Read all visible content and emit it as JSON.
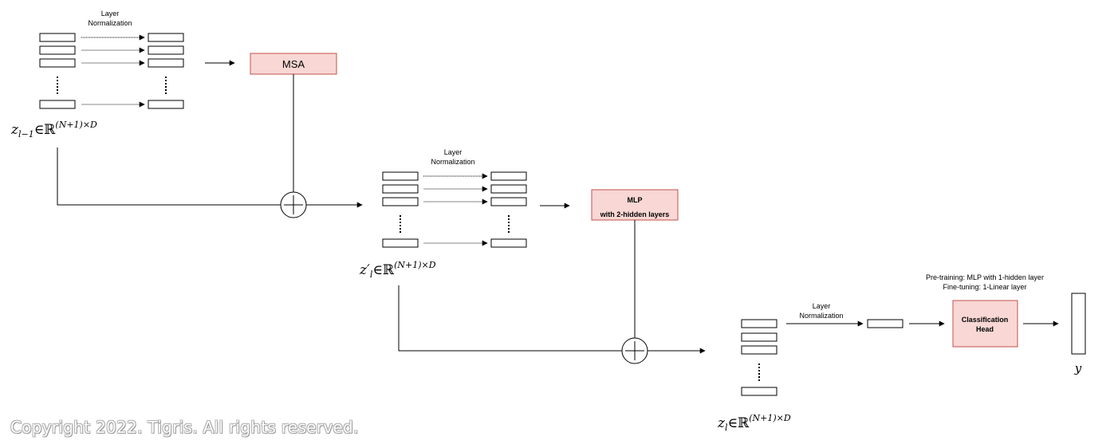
{
  "colors": {
    "block_fill": "#f8d7d4",
    "block_stroke": "#c0504d",
    "line": "#000000"
  },
  "stage1": {
    "norm_label_1": "Layer",
    "norm_label_2": "Normalization",
    "msa_label": "MSA",
    "input_var": "z",
    "input_sub": "l−1",
    "input_set": "∈ℝ",
    "input_sup": "(N+1)×D"
  },
  "stage2": {
    "norm_label_1": "Layer",
    "norm_label_2": "Normalization",
    "mlp_label_1": "MLP",
    "mlp_label_2": "with 2-hidden layers",
    "input_var": "z′",
    "input_sub": "l",
    "input_set": "∈ℝ",
    "input_sup": "(N+1)×D"
  },
  "stage3": {
    "norm_label_1": "Layer",
    "norm_label_2": "Normalization",
    "head_note_1": "Pre-training: MLP with 1-hidden layer",
    "head_note_2": "Fine-tuning: 1-Linear layer",
    "head_label_1": "Classification",
    "head_label_2": "Head",
    "input_var": "z",
    "input_sub": "l",
    "input_set": "∈ℝ",
    "input_sup": "(N+1)×D",
    "output_label": "y"
  },
  "watermark": "Copyright 2022. Tigris. All rights reserved."
}
